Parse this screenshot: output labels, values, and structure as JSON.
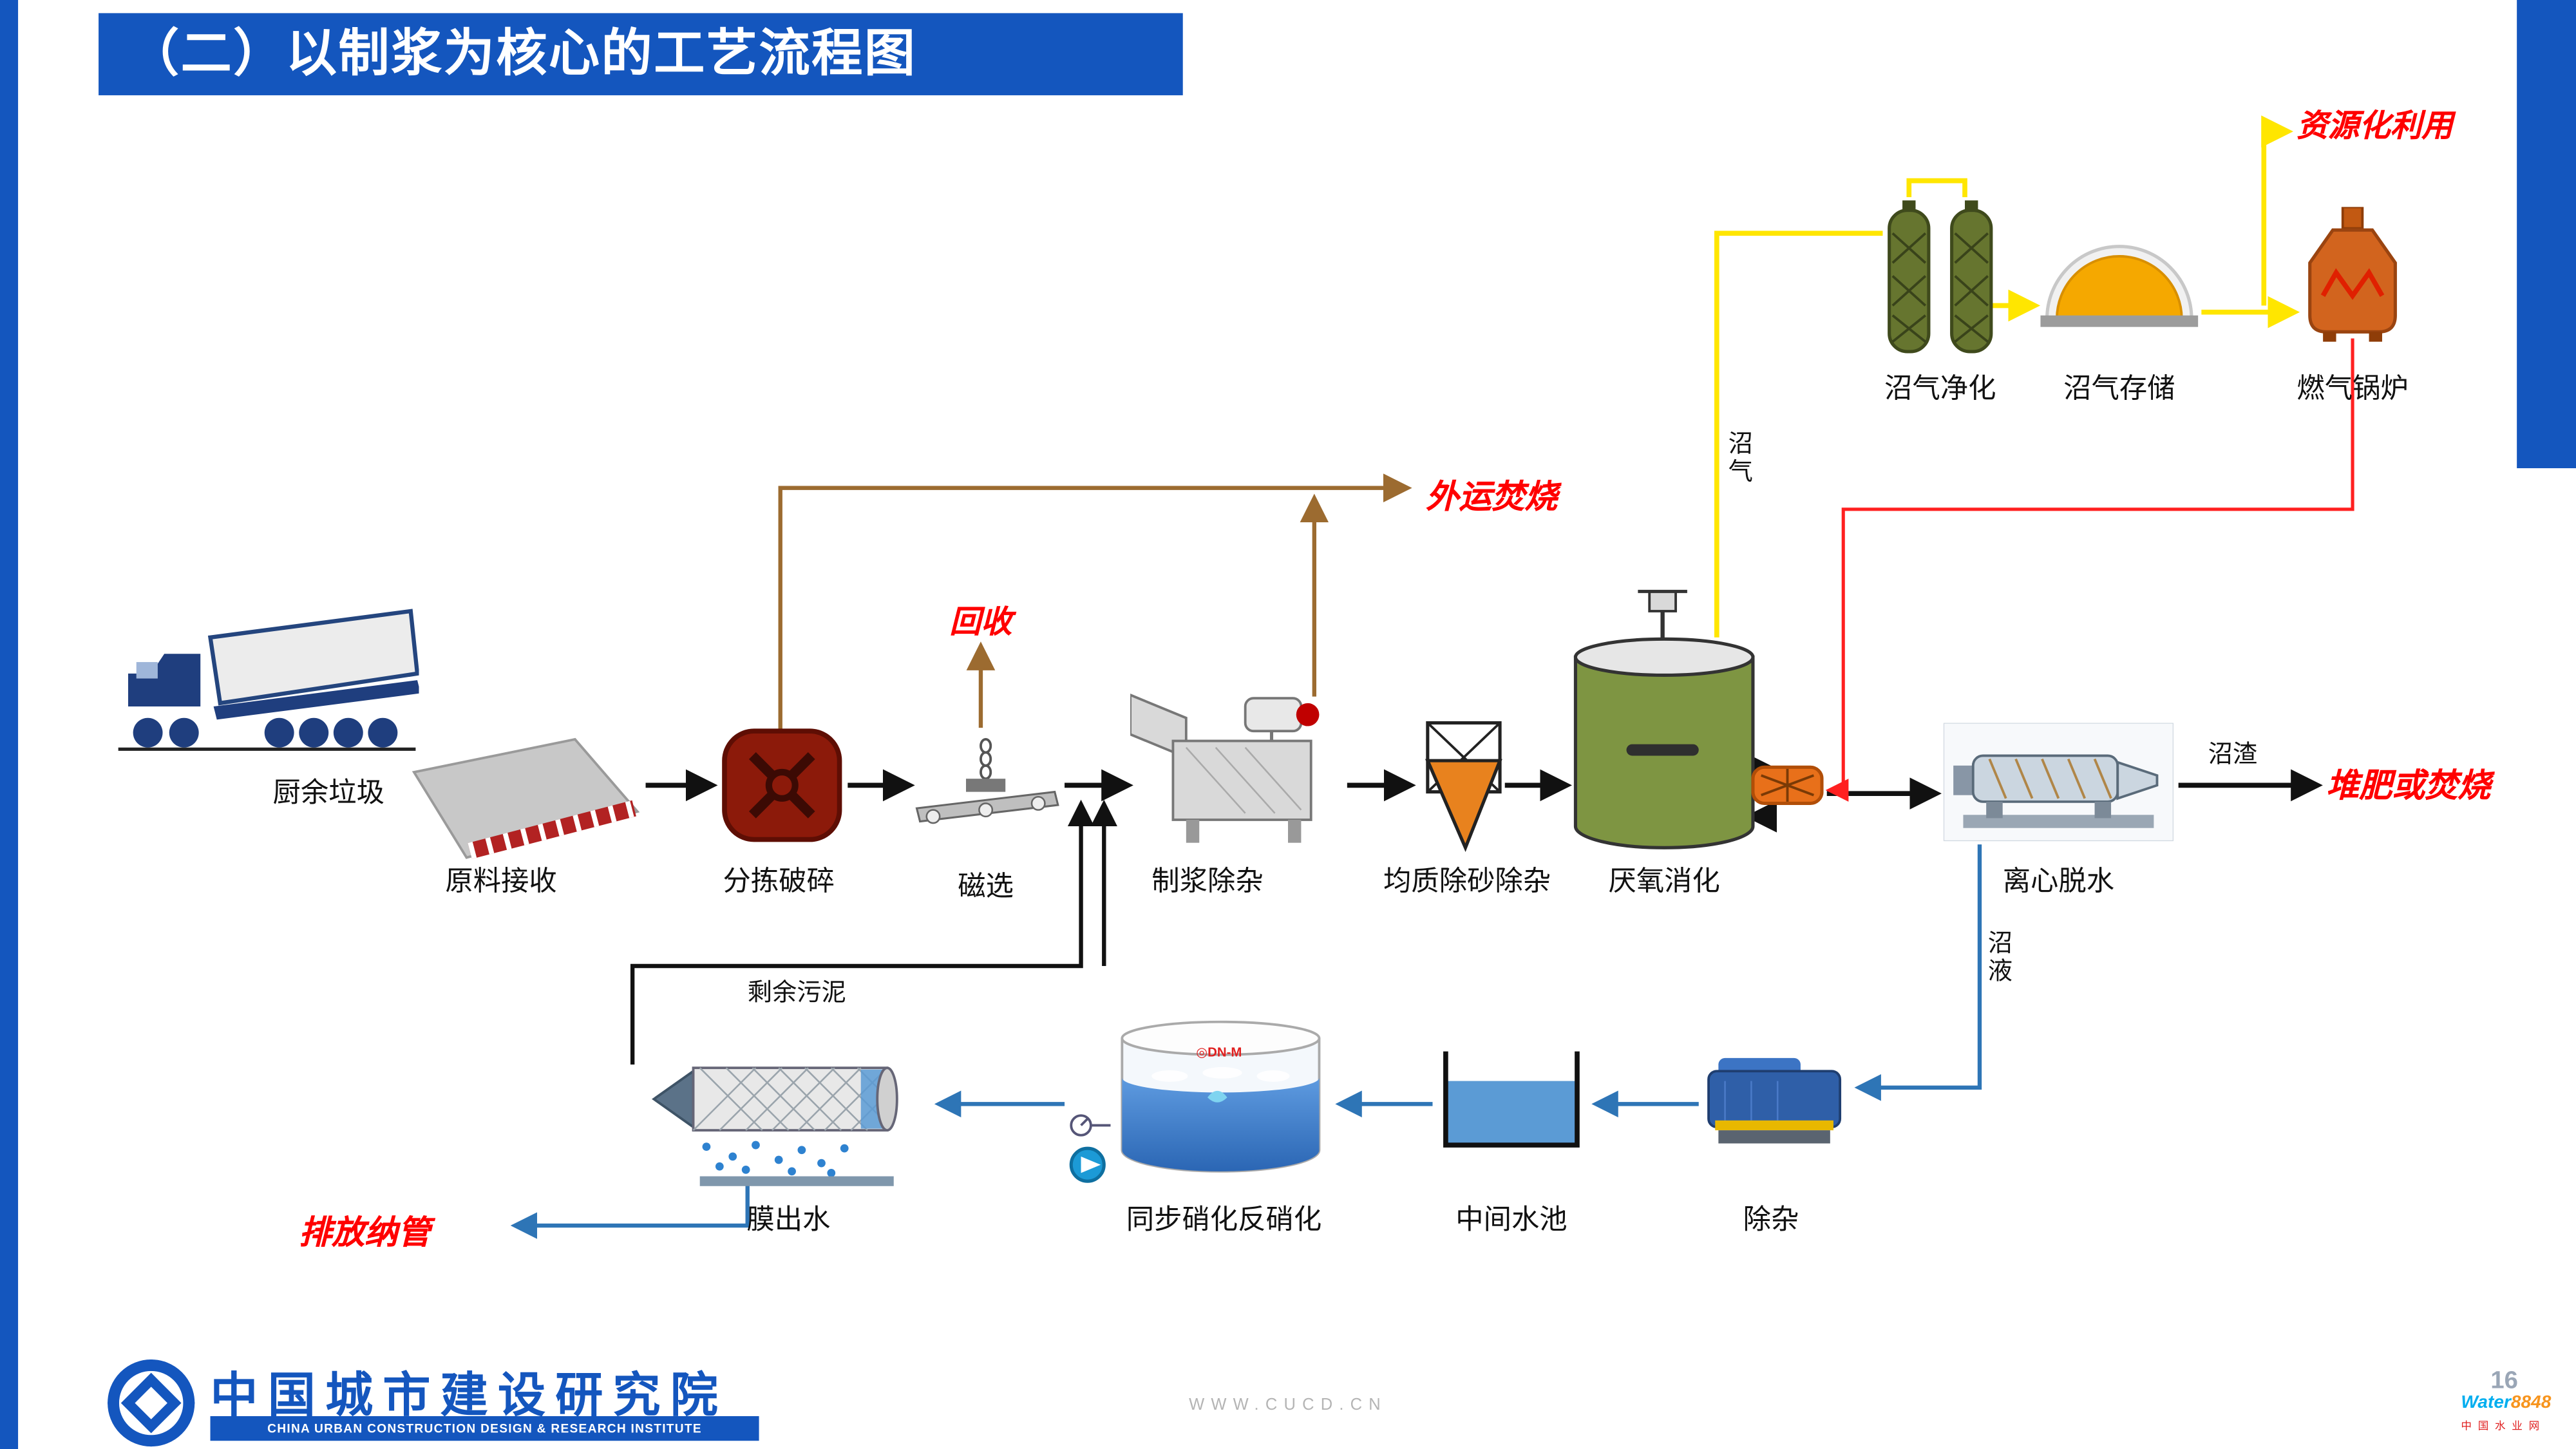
{
  "slide": {
    "title": "（二）以制浆为核心的工艺流程图",
    "page_number": "16"
  },
  "nodes": {
    "kitchen_waste": "厨余垃圾",
    "receiving": "原料接收",
    "sorting_crushing": "分拣破碎",
    "magnetic": "磁选",
    "pulping": "制浆除杂",
    "homogenizing": "均质除砂除杂",
    "anaerobic": "厌氧消化",
    "centrifuge": "离心脱水",
    "biogas_purification": "沼气净化",
    "biogas_storage": "沼气存储",
    "gas_boiler": "燃气锅炉",
    "impurity_removal": "除杂",
    "intermediate_tank": "中间水池",
    "nitrification": "同步硝化反硝化",
    "membrane_effluent": "膜出水"
  },
  "flows": {
    "biogas": "沼\n气",
    "residue": "沼渣",
    "slurry": "沼\n液",
    "excess_sludge": "剩余污泥",
    "tank_logo": "◎DN-M"
  },
  "annotations": {
    "resource_use": "资源化利用",
    "external_incineration": "外运焚烧",
    "recycle": "回收",
    "compost_or_incinerate": "堆肥或焚烧",
    "discharge": "排放纳管"
  },
  "footer": {
    "org_cn": "中国城市建设研究院",
    "org_en": "CHINA URBAN CONSTRUCTION DESIGN & RESEARCH INSTITUTE",
    "url": "WWW.CUCD.CN",
    "wm_a": "Water",
    "wm_b": "8848",
    "wm_sub": "中 国 水 业 网"
  },
  "colors": {
    "primary_blue": "#1456BE",
    "annotation_red": "#FF0000",
    "biogas_yellow": "#FFE600",
    "heat_red": "#FF2020",
    "water_blue": "#2E75B6",
    "line_brown": "#9C6B30",
    "digester_green": "#7E9542",
    "storage_orange": "#F5A800",
    "boiler_orange": "#D2641E",
    "shredder_darkred": "#8C1A0A"
  }
}
